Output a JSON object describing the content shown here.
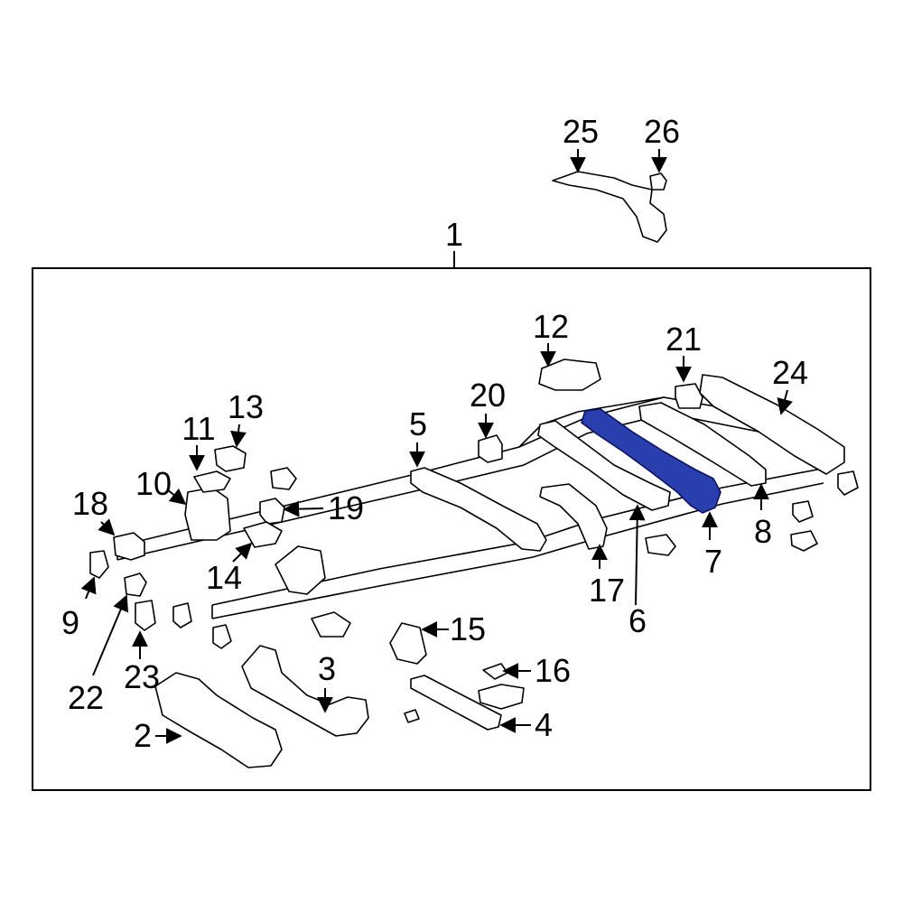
{
  "callouts": {
    "c1": "1",
    "c2": "2",
    "c3": "3",
    "c4": "4",
    "c5": "5",
    "c6": "6",
    "c7": "7",
    "c8": "8",
    "c9": "9",
    "c10": "10",
    "c11": "11",
    "c12": "12",
    "c13": "13",
    "c14": "14",
    "c15": "15",
    "c16": "16",
    "c17": "17",
    "c18": "18",
    "c19": "19",
    "c20": "20",
    "c21": "21",
    "c22": "22",
    "c23": "23",
    "c24": "24",
    "c25": "25",
    "c26": "26"
  },
  "colors": {
    "highlight_fill": "#2a3fae",
    "highlight_stroke": "#0c1360",
    "line": "#000000",
    "background": "#ffffff"
  },
  "highlighted_part": "7"
}
